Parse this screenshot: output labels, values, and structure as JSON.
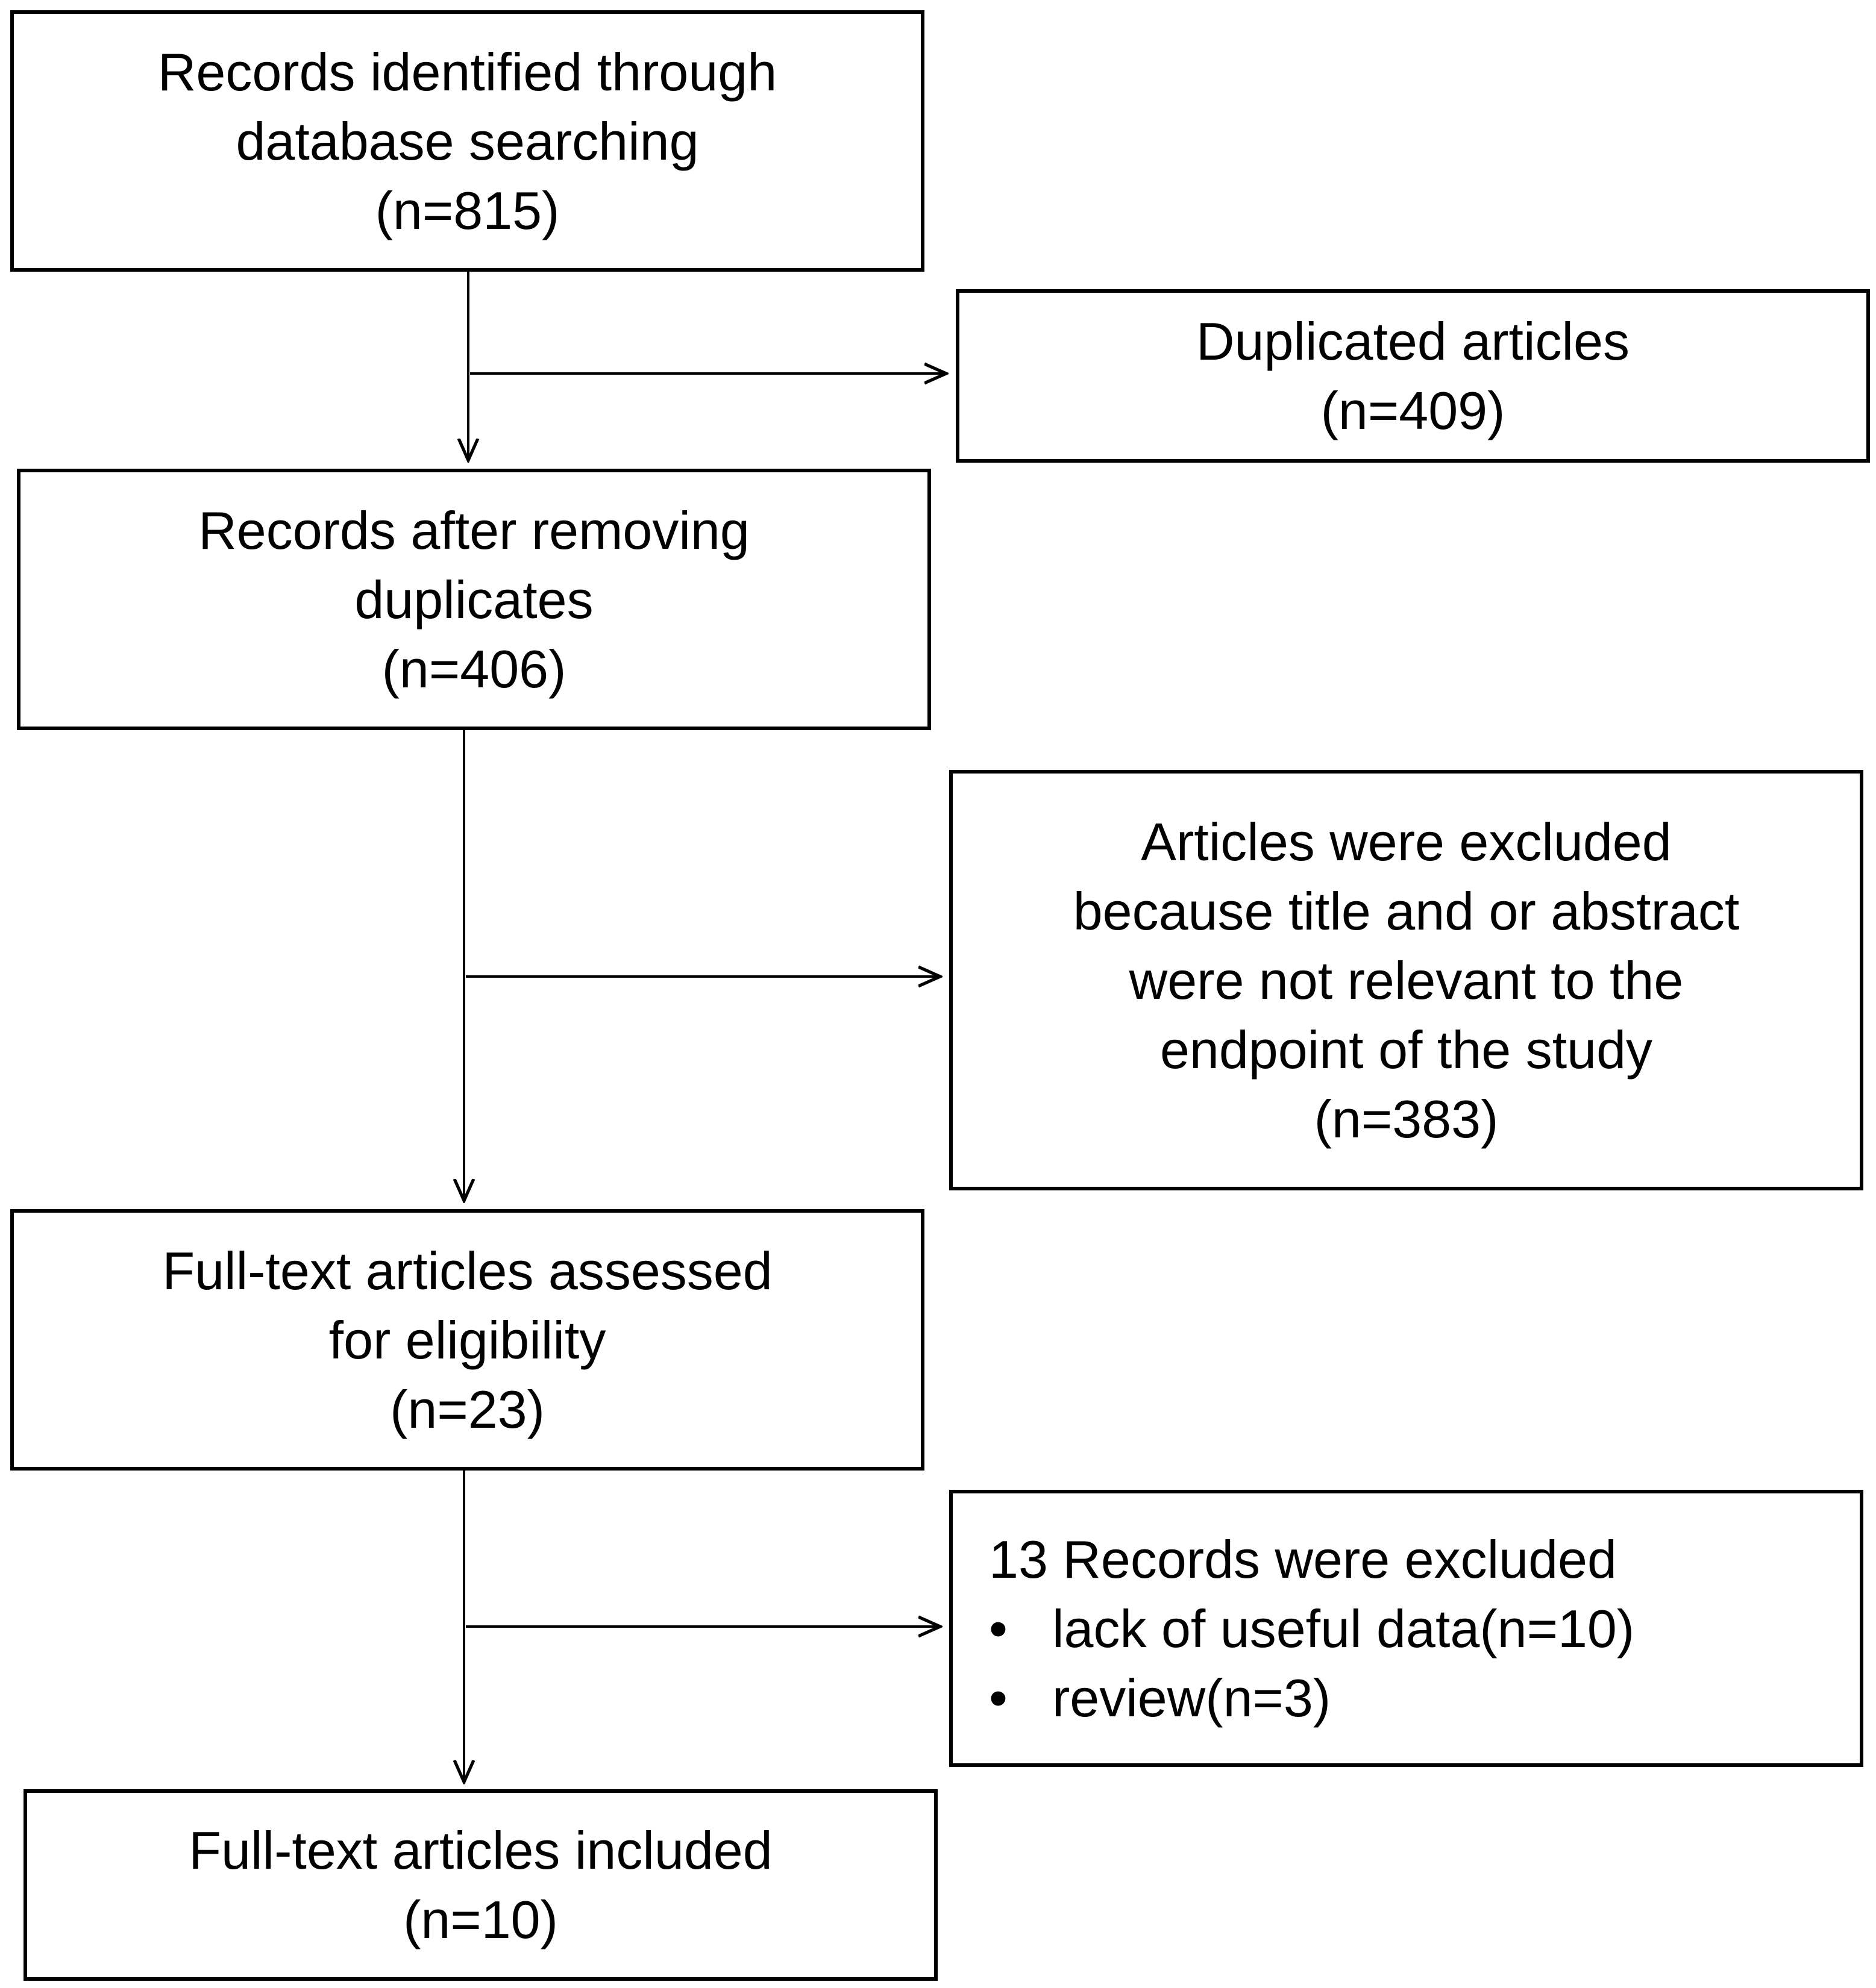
{
  "boxes": {
    "identified": {
      "lines": [
        "Records identified through",
        "database searching",
        "(n=815)"
      ]
    },
    "duplicated": {
      "lines": [
        "Duplicated articles",
        "(n=409)"
      ]
    },
    "after_removing": {
      "lines": [
        "Records after removing",
        "duplicates",
        "(n=406)"
      ]
    },
    "excluded_title": {
      "lines": [
        "Articles were excluded",
        "because title and or abstract",
        "were not relevant to the",
        "endpoint of the study",
        "(n=383)"
      ]
    },
    "fulltext_assessed": {
      "lines": [
        "Full-text articles assessed",
        "for eligibility",
        "(n=23)"
      ]
    },
    "records_excluded": {
      "heading": "13 Records were excluded",
      "bullet_symbol": "•",
      "bullets": [
        "lack of useful data(n=10)",
        "review(n=3)"
      ]
    },
    "fulltext_included": {
      "lines": [
        "Full-text articles included",
        "(n=10)"
      ]
    }
  }
}
